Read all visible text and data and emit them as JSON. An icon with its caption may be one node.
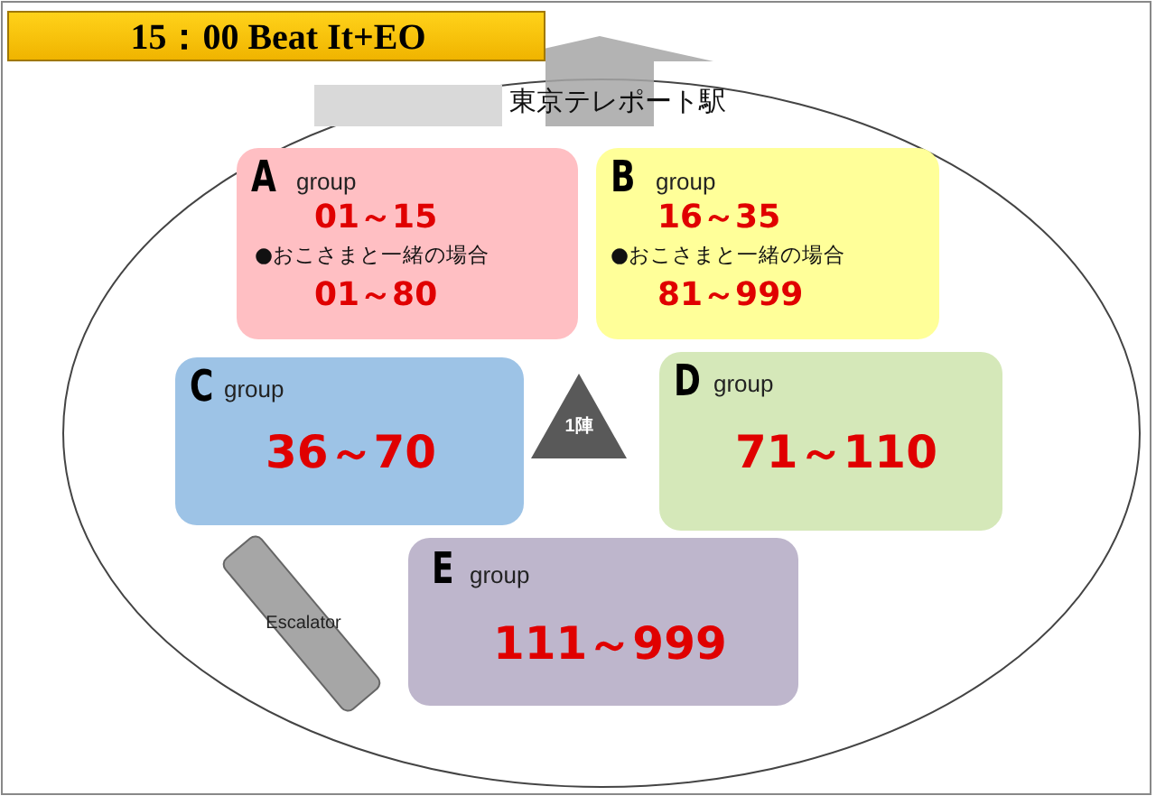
{
  "diagram": {
    "nodes": [
      {
        "text": [
          "15：00  Beat It+EO"
        ]
      },
      {
        "text": [],
        "shape": "box"
      },
      {
        "text": [
          "A",
          "group",
          "01～15",
          "●おこさまと一緒の場合",
          "01～80"
        ]
      },
      {
        "text": [
          "B",
          "group",
          "16～35",
          "●おこさまと一緒の場合",
          "81～999"
        ]
      },
      {
        "text": [
          "C",
          "group",
          "36～70"
        ]
      },
      {
        "text": [
          "1陣"
        ]
      },
      {
        "text": [
          "D",
          "group",
          "71～110"
        ]
      },
      {
        "text": [
          "Escalator"
        ]
      },
      {
        "text": [
          "E",
          "group",
          "111～999"
        ]
      }
    ],
    "labels": [
      "東京テレポート駅"
    ]
  }
}
